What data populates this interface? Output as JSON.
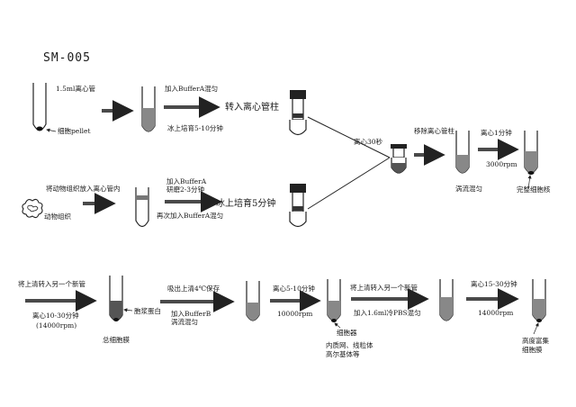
{
  "title": "SM-005",
  "colors": {
    "ink": "#222222",
    "arrow": "#4a4a4a",
    "liquid": "#888888",
    "liquid_dark": "#555555",
    "pellet": "#111111"
  },
  "labels": {
    "tube_15ml": "1.5ml离心管",
    "pellet": "细胞pellet",
    "add_buffer_a": "加入BufferA混匀",
    "ice_5_10": "冰上培育5-10分钟",
    "to_column": "转入离心管柱",
    "tissue_into_tube": "将动物组织放入离心管内",
    "animal_tissue": "动物组织",
    "add_buffer_a2": "加入BufferA",
    "grind": "研磨2-3分钟",
    "again_buffer_a": "再次加入BufferA混匀",
    "ice_5": "冰上培育5分钟",
    "centrifuge_30s": "离心30秒",
    "remove_column": "移除离心管柱",
    "vortex_mix": "涡流混匀",
    "centrifuge_1min": "离心1分钟",
    "rpm_3000": "3000rpm",
    "intact_nuclei": "完整细胞核",
    "transfer_new_1": "将上清转入另一个新管",
    "centrifuge_10_30": "离心10-30分钟",
    "rpm_14000_paren": "(14000rpm)",
    "cytoplasm_protein": "胞浆蛋白",
    "total_membrane": "总细胞膜",
    "aspirate_4c": "吸出上清4℃保存",
    "add_buffer_b": "加入BufferB",
    "vortex_mix2": "涡流混匀",
    "centrifuge_5_10": "离心5-10分钟",
    "rpm_10000": "10000rpm",
    "organelles": "细胞器",
    "organelle_desc_1": "内质网、线粒体",
    "organelle_desc_2": "高尔基体等",
    "transfer_new_2": "将上清转入另一个新管",
    "add_pbs": "加入1.6ml冷PBS混匀",
    "centrifuge_15_30": "离心15-30分钟",
    "rpm_14000": "14000rpm",
    "enriched_1": "高度富集",
    "enriched_2": "细胞膜"
  }
}
